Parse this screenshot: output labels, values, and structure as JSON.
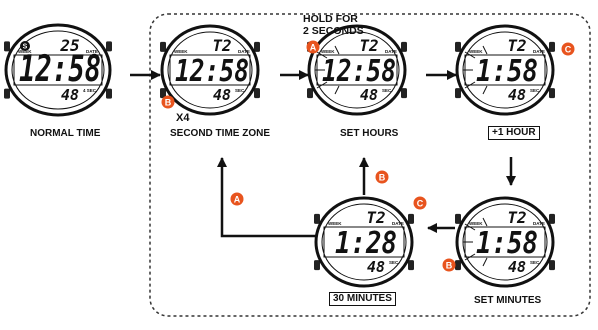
{
  "colors": {
    "badge": "#e8541e",
    "ink": "#111111",
    "dash": "#333333"
  },
  "watches": [
    {
      "id": "normal-time",
      "top_text": "25",
      "top_sub": "DATE",
      "main": "12:58",
      "seconds": "48",
      "sec_label": "4 SEC.",
      "left_label": "WEEK",
      "icon": "S",
      "caption": "NORMAL TIME",
      "caption_boxed": false
    },
    {
      "id": "second-zone",
      "top_text": "T2",
      "top_sub": "DATE",
      "main": "12:58",
      "seconds": "48",
      "sec_label": "SEC.",
      "left_label": "WEEK",
      "caption": "SECOND TIME ZONE",
      "caption_boxed": false
    },
    {
      "id": "set-hours",
      "top_text": "T2",
      "top_sub": "DATE",
      "main": "12:58",
      "seconds": "48",
      "sec_label": "SEC.",
      "left_label": "WEEK",
      "caption": "SET HOURS",
      "caption_boxed": false
    },
    {
      "id": "plus-one-hour",
      "top_text": "T2",
      "top_sub": "DATE",
      "main": "1:58",
      "seconds": "48",
      "sec_label": "SEC.",
      "left_label": "WEEK",
      "caption": "+1 HOUR",
      "caption_boxed": true
    },
    {
      "id": "set-minutes",
      "top_text": "T2",
      "top_sub": "DATE",
      "main": "1:58",
      "seconds": "48",
      "sec_label": "SEC.",
      "left_label": "WEEK",
      "caption": "SET MINUTES",
      "caption_boxed": false
    },
    {
      "id": "thirty-minutes",
      "top_text": "T2",
      "top_sub": "DATE",
      "main": "1:28",
      "seconds": "48",
      "sec_label": "SEC.",
      "left_label": "WEEK",
      "caption": "30 MINUTES",
      "caption_boxed": true
    }
  ],
  "badges": [
    {
      "id": "b1",
      "letter": "B"
    },
    {
      "id": "a1",
      "letter": "A"
    },
    {
      "id": "c1",
      "letter": "C"
    },
    {
      "id": "c2",
      "letter": "C"
    },
    {
      "id": "b2",
      "letter": "B"
    },
    {
      "id": "b3",
      "letter": "B"
    },
    {
      "id": "a2",
      "letter": "A"
    }
  ],
  "labels": {
    "hold": "HOLD FOR\n2 SECONDS",
    "x4": "X4"
  }
}
